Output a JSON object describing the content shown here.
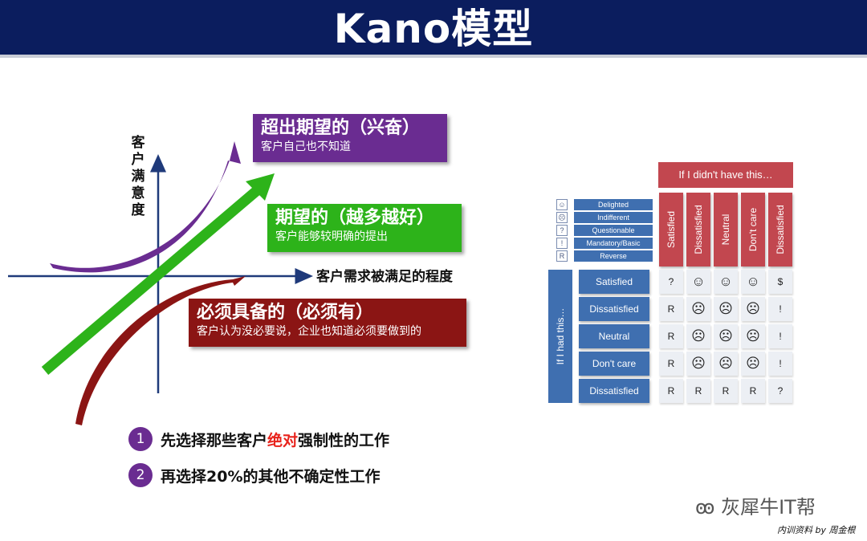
{
  "header": {
    "title": "Kano模型"
  },
  "axes": {
    "y_label": "客户满意度",
    "x_label": "客户需求被满足的程度"
  },
  "boxes": {
    "exciting": {
      "title": "超出期望的（兴奋）",
      "subtitle": "客户自己也不知道",
      "color": "#6a2c91"
    },
    "performance": {
      "title": "期望的（越多越好）",
      "subtitle": "客户能够较明确的提出",
      "color": "#2db31a"
    },
    "basic": {
      "title": "必须具备的（必须有）",
      "subtitle": "客户认为没必要说，企业也知道必须要做到的",
      "color": "#8b1514"
    }
  },
  "bullets": [
    {
      "num": "1",
      "pre": "先选择那些客户",
      "highlight": "绝对",
      "post": "强制性的工作"
    },
    {
      "num": "2",
      "pre": "再选择20%的其他不确定性工作",
      "highlight": "",
      "post": ""
    }
  ],
  "table": {
    "top_header": "If I didn't have this…",
    "side_header": "If I had this…",
    "columns": [
      "Satisfied",
      "Dissatisfied",
      "Neutral",
      "Don't care",
      "Dissatisfied"
    ],
    "rows": [
      "Satisfied",
      "Dissatisfied",
      "Neutral",
      "Don't care",
      "Dissatisfied"
    ],
    "legend": [
      {
        "icon": "☺",
        "label": "Delighted"
      },
      {
        "icon": "☹",
        "label": "Indifferent"
      },
      {
        "icon": "?",
        "label": "Questionable"
      },
      {
        "icon": "!",
        "label": "Mandatory/Basic"
      },
      {
        "icon": "R",
        "label": "Reverse"
      }
    ],
    "cells": [
      [
        "?",
        "☺",
        "☺",
        "☺",
        "$"
      ],
      [
        "R",
        "☹",
        "☹",
        "☹",
        "!"
      ],
      [
        "R",
        "☹",
        "☹",
        "☹",
        "!"
      ],
      [
        "R",
        "☹",
        "☹",
        "☹",
        "!"
      ],
      [
        "R",
        "R",
        "R",
        "R",
        "?"
      ]
    ],
    "colors": {
      "red": "#c2474f",
      "blue": "#3f6fb0"
    }
  },
  "watermark": "灰犀牛IT帮",
  "footer": "内训资料 by 周金根"
}
